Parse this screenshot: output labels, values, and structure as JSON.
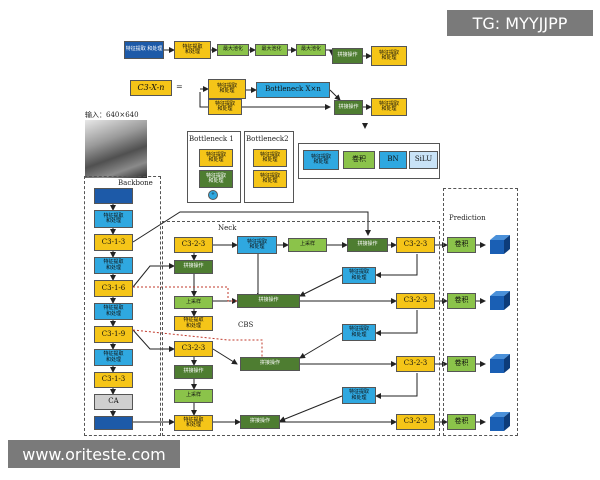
{
  "watermarks": {
    "top": "TG: MYYJJPP",
    "bottom": "www.oriteste.com"
  },
  "sppf_row": {
    "sppf_pre_label": "特征提取\n和处理",
    "maxpool_label": "最大池化",
    "concat_label": "拼接操作",
    "process_label": "特征提取\n和处理"
  },
  "c3_row": {
    "c3x_label": "C3-X-n",
    "equals": "=",
    "process_label": "特征提取\n和处理",
    "bottleneck_label": "Bottleneck X×n",
    "concat_label": "拼接操作"
  },
  "input_label": "输入：640×640",
  "bottleneck1": {
    "title": "Bottleneck 1",
    "feat": "特征提取\n和处理",
    "plus": "+"
  },
  "bottleneck2": {
    "title": "Bottleneck2",
    "feat": "特征提取\n和处理"
  },
  "cbs": {
    "label": "CBS",
    "feat": "特征提取\n和处理",
    "conv": "卷积",
    "bn": "BN",
    "silu": "SiLU"
  },
  "backbone": {
    "title": "Backbone",
    "items": [
      "",
      "特征提取\n和处理",
      "C3-1-3",
      "特征提取\n和处理",
      "C3-1-6",
      "特征提取\n和处理",
      "C3-1-9",
      "特征提取\n和处理",
      "C3-1-3",
      "CA",
      ""
    ]
  },
  "neck": {
    "title": "Neck",
    "c3": "C3-2-3",
    "process": "特征提取\n和处理",
    "upsample": "上采样",
    "concat": "拼接操作"
  },
  "prediction": {
    "title": "Prediction",
    "conv": "卷积"
  }
}
